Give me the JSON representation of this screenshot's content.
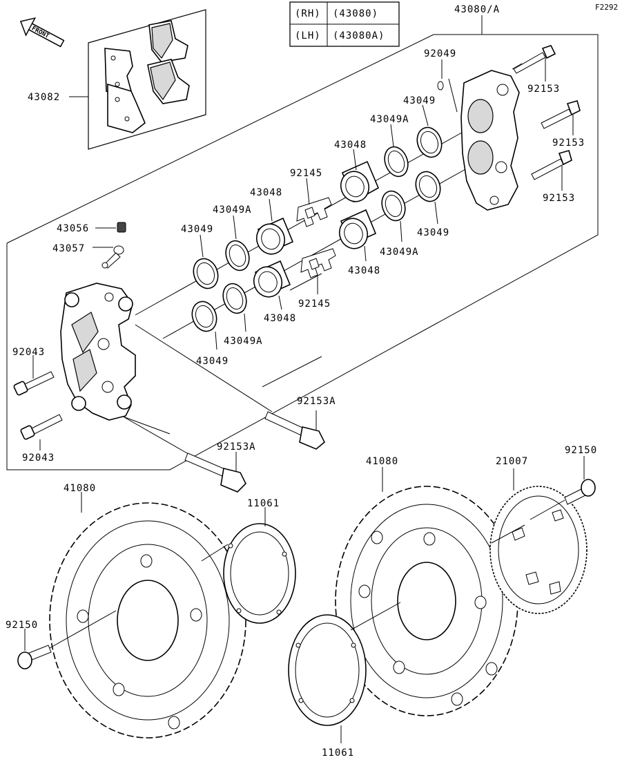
{
  "diagram_id": "F2292",
  "front_badge": "FRONT",
  "variant_table": [
    {
      "side": "(RH)",
      "part": "(43080)"
    },
    {
      "side": "(LH)",
      "part": "(43080A)"
    }
  ],
  "labels": {
    "caliper_assy": "43080/A",
    "pad_set": "43082",
    "washer_92049": "92049",
    "bolt_92153_a": "92153",
    "bolt_92153_b": "92153",
    "bolt_92153_c": "92153",
    "seal_43049_top": "43049",
    "seal_43049a_top": "43049A",
    "piston_43048_top_right": "43048",
    "spring_92145_top": "92145",
    "piston_43048_top_left": "43048",
    "seal_43049a_mid_left": "43049A",
    "seal_43049_mid_left": "43049",
    "bleeder_43056": "43056",
    "cap_43057": "43057",
    "seal_43049_right_low": "43049",
    "seal_43049a_right_low": "43049A",
    "piston_43048_right_low": "43048",
    "spring_92145_low": "92145",
    "piston_43048_low": "43048",
    "seal_43049a_low": "43049A",
    "seal_43049_low": "43049",
    "bolt_92043_top": "92043",
    "bolt_92043_low": "92043",
    "bolt_92153a_top": "92153A",
    "bolt_92153a_low": "92153A",
    "disc_41080_left": "41080",
    "disc_41080_right": "41080",
    "shim_11061_top": "11061",
    "shim_11061_bottom": "11061",
    "rotor_21007": "21007",
    "bolt_92150_right": "92150",
    "bolt_92150_left": "92150"
  }
}
